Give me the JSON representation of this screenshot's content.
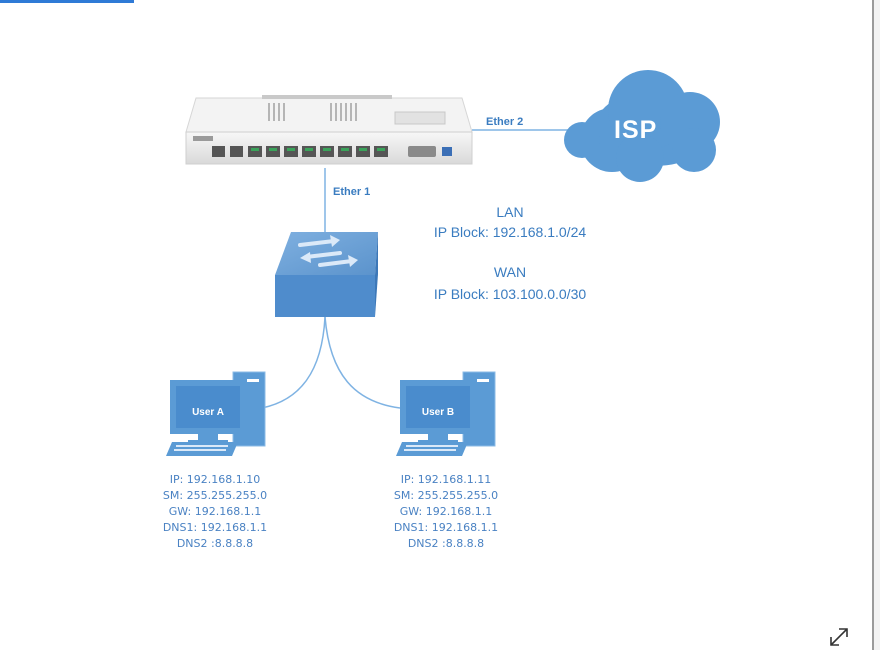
{
  "router": {
    "port_label": "Ether 1",
    "uplink_label": "Ether 2"
  },
  "isp": {
    "label": "ISP"
  },
  "network": {
    "lan_title": "LAN",
    "lan_block": "IP Block: 192.168.1.0/24",
    "wan_title": "WAN",
    "wan_block": "IP Block: 103.100.0.0/30"
  },
  "pcs": [
    {
      "label": "User A",
      "ip": "IP: 192.168.1.10",
      "sm": "SM: 255.255.255.0",
      "gw": "GW: 192.168.1.1",
      "dns1": "DNS1: 192.168.1.1",
      "dns2": "DNS2 :8.8.8.8"
    },
    {
      "label": "User B",
      "ip": "IP: 192.168.1.11",
      "sm": "SM: 255.255.255.0",
      "gw": "GW: 192.168.1.1",
      "dns1": "DNS1: 192.168.1.1",
      "dns2": "DNS2 :8.8.8.8"
    }
  ],
  "colors": {
    "accent": "#4a90d9",
    "text": "#3a7cc0",
    "cloud": "#5b9bd5"
  },
  "icons": {
    "expand": "expand-arrows-icon"
  }
}
